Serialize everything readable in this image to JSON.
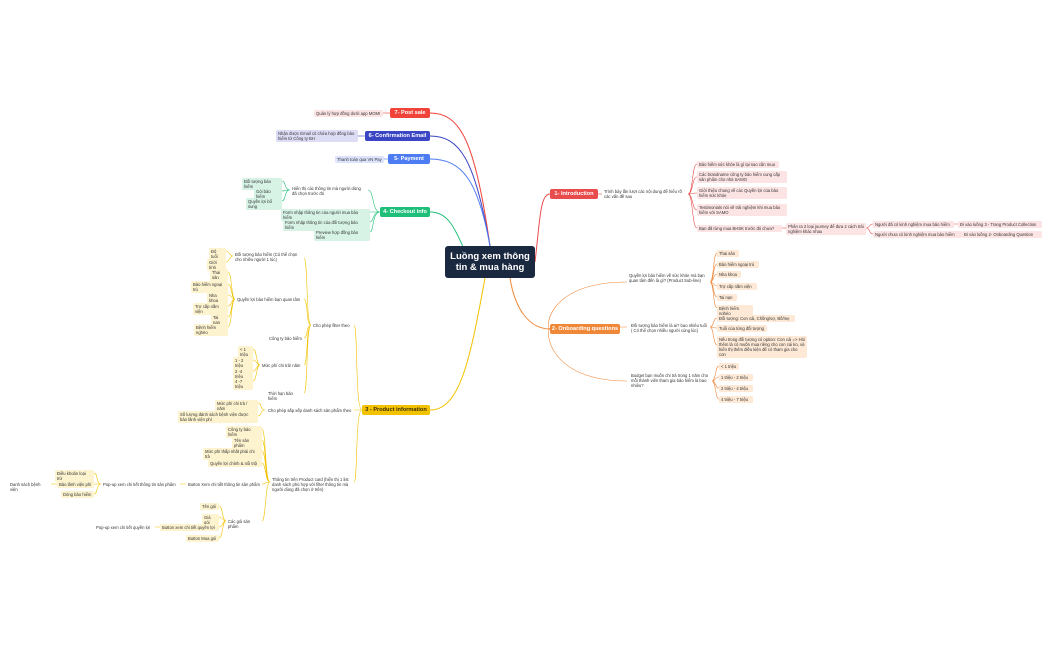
{
  "center": "Luồng xem thông tin & mua hàng",
  "branches": {
    "post_sale": "7- Post sale",
    "confirmation": "6- Confirmation Email",
    "payment": "5- Payment",
    "checkout": "4- Checkout info",
    "product": "3 - Product information",
    "intro": "1- Introduction",
    "onboarding": "2- Onboarding questions"
  },
  "colors": {
    "intro": "#e84c4c",
    "onboarding": "#f0883a",
    "product": "#f2c200",
    "checkout": "#1fbf7a",
    "payment": "#4e7cf2",
    "confirmation": "#3b46c4",
    "post_sale": "#f0443a",
    "center": "#1b2940"
  },
  "post_sale_items": [
    "Quản lý hợp đồng dưới app MOMI"
  ],
  "confirmation_items": [
    "Nhận được Email có chứa hợp đồng bảo hiểm từ Công ty BH"
  ],
  "payment_items": [
    "Thanh toán qua VN Pay"
  ],
  "checkout": {
    "group": "Hiển thị các thông tin mà người dùng đã chọn trước đó",
    "group_items": [
      "Đối tượng bảo hiểm",
      "Gói bảo hiểm",
      "Quyền lợi bổ sung"
    ],
    "items": [
      "Form nhập thông tin của người mua bảo hiểm",
      "Form nhập thông tin của đối tượng bảo hiểm",
      "Preview hợp đồng bảo hiểm"
    ]
  },
  "intro": {
    "lead": "Trình bày lần lượt các nội dung để hiểu rõ các vấn đề sau",
    "items": [
      "Bảo hiểm sức khỏe là gì tại sao cần mua",
      "Các brandname công ty bảo hiểm cung cấp sản phẩm cho nhà SAMO",
      "Giới thiệu chung về các Quyền lợi của bảo hiểm sức khỏe",
      "Testimonials nói về trải nghiệm khi mua bảo hiểm với SAMO",
      "Bạn đã từng mua BHSK trước đó chưa?"
    ],
    "split": "Phân ra 2 loại journey để đưa 2 cách trải nghiệm khác nhau",
    "paths": [
      "Người đã có kinh nghiệm mua bảo hiểm",
      "Người chưa có kinh nghiệm mua bảo hiểm"
    ],
    "paths_to": [
      "Đi vào luồng 3 - Trang Product Collection",
      "Đi vào luồng 2- Onboarding Question"
    ]
  },
  "onboarding": {
    "q1": "Quyền lợi bảo hiểm về sức khỏe mà bạn quan tâm đến là gì? (Product Sub-line)",
    "q1_items": [
      "Thai sản",
      "Bảo hiểm ngoại trú",
      "Nha khoa",
      "Trợ cấp nằm viện",
      "Tai nạn",
      "Bệnh hiểm nghèo"
    ],
    "q2": "Đối tượng bảo hiểm là ai? bao nhiêu tuổi ( Có thể chọn nhiều người cùng lúc)",
    "q2_items": [
      "Đối tượng: Con cái, Chồng/vợ, Bố/mẹ",
      "Tuổi của từng đối tượng",
      "Nếu trong đối tượng có option: Con cái => Hỏi thêm là có muốn mua riêng cho con cái ko, và hiển thị thêm điều kiện để có tham gia cho con"
    ],
    "q3": "Budget  bạn muốn chi trả  trong 1 năm cho mỗi thành viên tham gia bảo hiểm là bao nhiêu?",
    "q3_items": [
      "< 1 triệu",
      "1 triệu - 2 triệu",
      "2 triệu - 4 triệu",
      "4 triệu - 7 triệu"
    ]
  },
  "product": {
    "filter": "Cho phép filter theo",
    "f_objects": "Đối tượng bảo hiểm (Có thể chọn cho nhiều người 1 lúc)",
    "f_objects_items": [
      "Độ tuổi",
      "Giới tính"
    ],
    "f_benefits": "Quyền lợi bảo hiểm bạn quan tâm",
    "f_benefits_items": [
      "Thai sản",
      "Bảo hiểm ngoại trú",
      "Nha khoa",
      "Trợ cấp nằm viện",
      "Tai nạn",
      "Bệnh hiểm nghèo"
    ],
    "f_company": "Công ty bảo hiểm",
    "f_fee": "Mức phí chi trả/ năm",
    "f_fee_items": [
      "< 1 triệu",
      "1 - 2 triệu",
      "2 -4 triệu",
      "4 -7 triệu"
    ],
    "f_time": "Thời hạn bảo hiểm",
    "sort": "Cho phép sắp xếp danh sách sản phẩm theo",
    "sort_items": [
      "Mức phí chi trả / năm",
      "Số lượng đánh sách bệnh viện được bảo lãnh viện phí"
    ],
    "card": "Thông tin trên Product card (hiển thị 1 list danh sách phù hợp với filter thông tin mà người dùng đã chọn ở trên)",
    "card_items": [
      "Công ty bảo hiểm",
      "Tên sản phẩm",
      "Mức phí thấp nhất phải chi trả",
      "Quyền lợi chính & nổi trội"
    ],
    "detail_btn": "Button Xem chi tiết thông tin sản phẩm",
    "detail_popup": "Pop-up xem chi tiết thông tin sản phẩm",
    "detail_items": [
      "Điều khoản loại trừ",
      "Bảo lãnh viện phí",
      "Dòng bảo hiểm"
    ],
    "hospital": "Danh sách bệnh viện",
    "packages": "Các gói sản phẩm",
    "package_items": [
      "Tên gói",
      "Giá gói"
    ],
    "benefit_btn": "Button xem chi tiết quyền lợi",
    "benefit_popup": "Pop-up xem chi tiết quyền lợi",
    "buy_btn": "Button Mua gói"
  }
}
